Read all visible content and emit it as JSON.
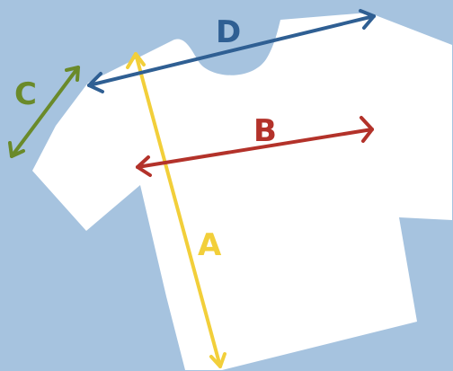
{
  "colors": {
    "background": "#a6c3df",
    "shirt": "#ffffff",
    "a": "#f2cf3a",
    "b": "#b3322a",
    "c": "#6a8a2a",
    "d": "#2f5f93"
  },
  "measurements": [
    {
      "id": "a",
      "label": "A"
    },
    {
      "id": "b",
      "label": "B"
    },
    {
      "id": "c",
      "label": "C"
    },
    {
      "id": "d",
      "label": "D"
    }
  ]
}
